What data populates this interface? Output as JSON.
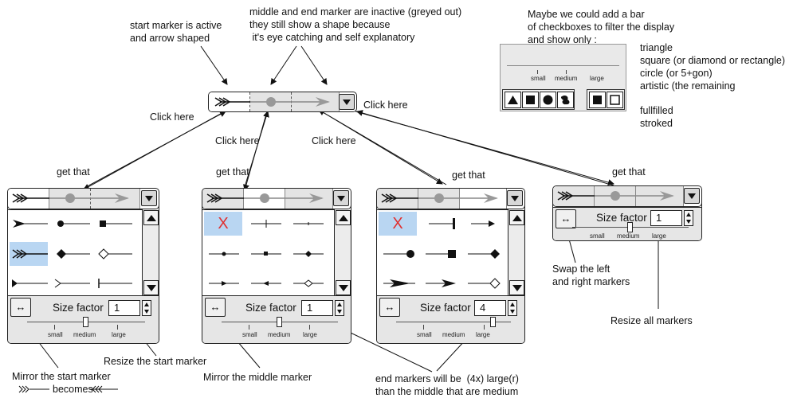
{
  "annotations": {
    "start_active": "start marker is active\nand arrow shaped",
    "middle_end_inactive": "middle and end marker are inactive (greyed out)\nthey still show a shape because\n it's eye catching and self explanatory",
    "filter_idea": "Maybe we could add a bar\nof checkboxes to filter the display\nand show only :",
    "filter_options": "triangle\nsquare (or diamond or rectangle)\ncircle (or 5+gon)\nartistic (the remaining",
    "fill_options": "fullfilled\nstroked",
    "click_here_right": "Click here",
    "click_here_left": "Click here",
    "click_here_mid": "Click here",
    "click_here_mid2": "Click here",
    "get_that_1": "get that",
    "get_that_2": "get that",
    "get_that_3": "get that",
    "get_that_4": "get that",
    "swap_markers": "Swap the left\nand right markers",
    "resize_all": "Resize all markers",
    "resize_start": "Resize the start marker",
    "mirror_start": "Mirror the start marker",
    "becomes": "becomes",
    "mirror_middle": "Mirror the middle marker",
    "end_markers_note": "end markers will be  (4x) large(r)\nthan the middle that are medium"
  },
  "filter_bar": {
    "labels": {
      "small": "small",
      "medium": "medium",
      "large": "large"
    }
  },
  "panels": [
    {
      "id": "start",
      "size_label": "Size factor",
      "size_value": "1",
      "slider_value": 0.5,
      "slider_labels": {
        "small": "small",
        "medium": "medium",
        "large": "large"
      }
    },
    {
      "id": "middle",
      "size_label": "Size factor",
      "size_value": "1",
      "slider_value": 0.5,
      "slider_labels": {
        "small": "small",
        "medium": "medium",
        "large": "large"
      },
      "remove_label": "X"
    },
    {
      "id": "end",
      "size_label": "Size factor",
      "size_value": "4",
      "slider_value": 0.85,
      "slider_labels": {
        "small": "small",
        "medium": "medium",
        "large": "large"
      },
      "remove_label": "X"
    },
    {
      "id": "all",
      "size_label": "Size factor",
      "size_value": "1",
      "slider_value": 0.5,
      "slider_labels": {
        "small": "small",
        "medium": "medium",
        "large": "large"
      }
    }
  ],
  "icons": {
    "swap": "swap-arrows-icon",
    "dropdown": "chevron-down-icon",
    "scroll_up": "scroll-up-icon",
    "scroll_down": "scroll-down-icon"
  },
  "colors": {
    "selection": "#b9d6f2",
    "inactive_marker": "#888888",
    "remove_x": "#e03030",
    "panel_bottom": "#e6e6e6"
  }
}
